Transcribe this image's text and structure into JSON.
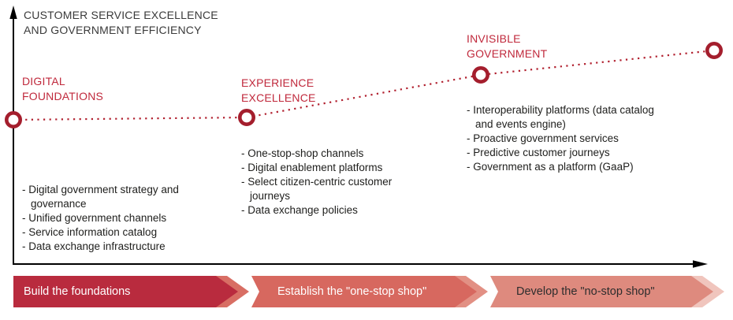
{
  "title": {
    "line1": "CUSTOMER SERVICE EXCELLENCE",
    "line2": "AND GOVERNMENT EFFICIENCY"
  },
  "list_bullet": "-",
  "stages": [
    {
      "name_line1": "DIGITAL",
      "name_line2": "FOUNDATIONS",
      "items": [
        "Digital government strategy and governance",
        "Unified government channels",
        "Service information catalog",
        "Data exchange infrastructure"
      ]
    },
    {
      "name_line1": "EXPERIENCE",
      "name_line2": "EXCELLENCE",
      "items": [
        "One-stop-shop channels",
        "Digital enablement platforms",
        "Select citizen-centric customer journeys",
        "Data exchange policies"
      ]
    },
    {
      "name_line1": "INVISIBLE",
      "name_line2": "GOVERNMENT",
      "items": [
        "Interoperability platforms (data catalog and events engine)",
        "Proactive government services",
        "Predictive customer journeys",
        "Government as a platform (GaaP)"
      ]
    }
  ],
  "phases": [
    {
      "label": "Build the foundations",
      "color": "#b92b3e",
      "text_color": "#ffffff"
    },
    {
      "label": "Establish the \"one-stop shop\"",
      "color": "#d7685f",
      "text_color": "#ffffff"
    },
    {
      "label": "Develop the \"no-stop shop\"",
      "color": "#de8a7e",
      "text_color": "#2d2d2d"
    }
  ],
  "colors": {
    "stage_heading": "#c0293c",
    "curve": "#b1202f",
    "marker_ring": "#a41e2d",
    "marker_fill": "#ffffff",
    "axis": "#000000",
    "title_text": "#3a3a3a",
    "body_text": "#1e1e1c",
    "echoes": [
      "#d86e64",
      "#e29084",
      "#f0c5bd"
    ]
  }
}
